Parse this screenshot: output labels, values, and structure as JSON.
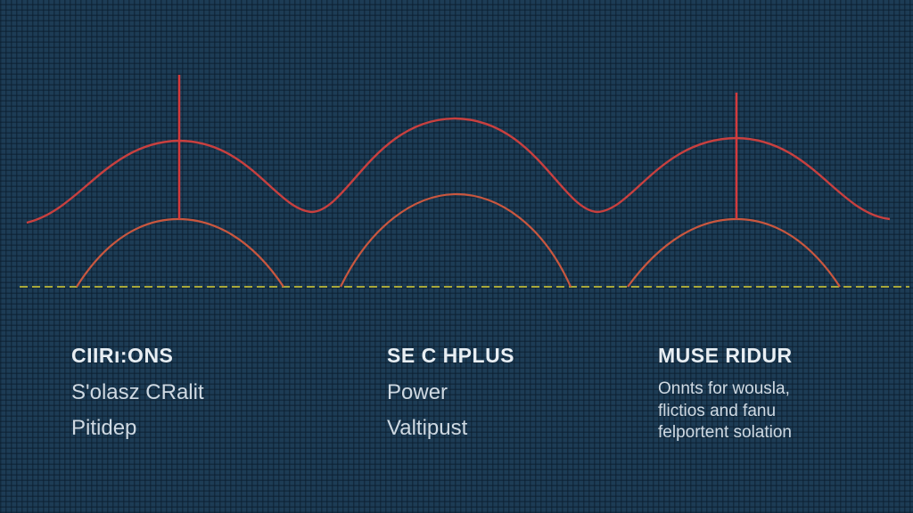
{
  "colors": {
    "background": "#1d3c55",
    "upper_wave": "#c8403f",
    "lower_arches": "#c9573f",
    "vertical_markers": "#d33a3c",
    "baseline": "#a9a83a",
    "text": "#d9e3ec"
  },
  "captions": [
    {
      "title": "CIIRı:ONS",
      "lines": [
        "S'olasz CRalit",
        "Pitidep"
      ]
    },
    {
      "title": "SE C HPLUS",
      "lines": [
        "Power",
        "Valtipust"
      ]
    },
    {
      "title": "MUSE RIDUR",
      "lines": [
        "Onnts for wousla,",
        "flictios and fanu",
        "felportent solation"
      ]
    }
  ]
}
